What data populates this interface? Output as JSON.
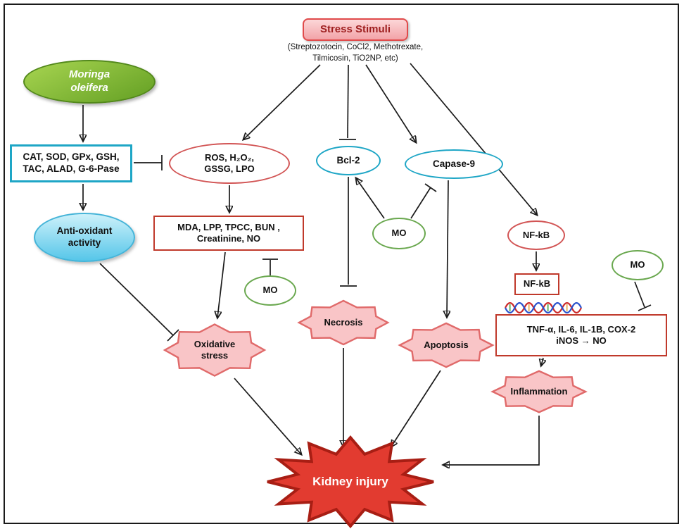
{
  "diagram": {
    "stress": {
      "title": "Stress Stimuli",
      "sub1": "(Streptozotocin, CoCl2, Methotrexate,",
      "sub2": "Tilmicosin, TiO2NP, etc)"
    },
    "moringa": {
      "l1": "Moringa",
      "l2": "oleifera"
    },
    "enzymes": {
      "l1": "CAT, SOD, GPx, GSH,",
      "l2": "TAC, ALAD, G-6-Pase"
    },
    "antioxidant": {
      "l1": "Anti-oxidant",
      "l2": "activity"
    },
    "ros": {
      "l1": "ROS, H₂O₂,",
      "l2": "GSSG, LPO"
    },
    "markers": {
      "l1": "MDA, LPP, TPCC, BUN ,",
      "l2": "Creatinine, NO"
    },
    "mo": "MO",
    "bcl2": "Bcl-2",
    "caspase9": "Capase-9",
    "nfkb": "NF-kB",
    "nfkb_nuclear": "NF-kB",
    "cytokines": {
      "l1": "TNF-α, IL-6, IL-1B, COX-2",
      "l2": "iNOS → NO"
    },
    "oxidative": {
      "l1": "Oxidative",
      "l2": "stress"
    },
    "necrosis": "Necrosis",
    "apoptosis": "Apoptosis",
    "inflammation": "Inflammation",
    "kidney": "Kidney injury"
  },
  "colors": {
    "burst_fill": "#f9c5c7",
    "burst_stroke": "#e06a6a",
    "kidney_fill": "#e23b30",
    "kidney_stroke": "#a81e14",
    "red_border": "#c0392b",
    "cyan_border": "#1ea6c6",
    "green_border": "#6aa84f",
    "moringa_green": "#7fb33a",
    "stress_pink": "#f2a3a8"
  }
}
